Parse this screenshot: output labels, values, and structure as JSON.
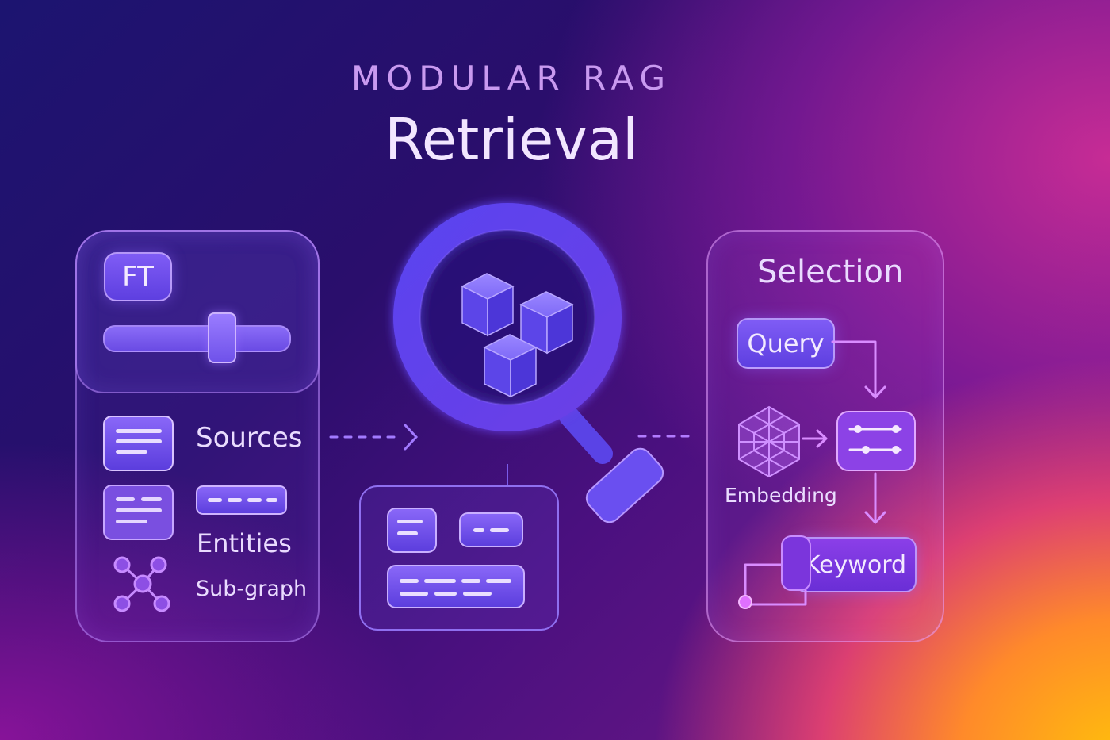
{
  "header": {
    "kicker": "MODULAR RAG",
    "title": "Retrieval"
  },
  "left_panel": {
    "ft_label": "FT",
    "items": {
      "sources": "Sources",
      "entities": "Entities",
      "subgraph": "Sub-graph"
    }
  },
  "right_panel": {
    "title": "Selection",
    "query": "Query",
    "embedding": "Embedding",
    "keyword": "Keyword"
  },
  "colors": {
    "accent": "#6b4cf0",
    "outline": "#b98cff",
    "text": "#eadcff"
  }
}
